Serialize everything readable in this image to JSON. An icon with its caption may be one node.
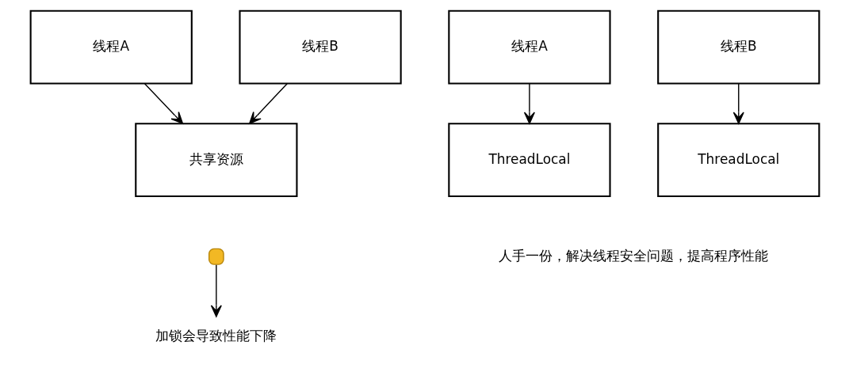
{
  "diagram": {
    "nodes": [
      {
        "text": [
          "线程A"
        ]
      },
      {
        "text": [
          "线程B"
        ]
      },
      {
        "text": [
          "共享资源"
        ]
      },
      {
        "text": [],
        "shape": "lock"
      },
      {
        "text": [
          "加锁会导致性能下降"
        ]
      },
      {
        "text": [
          "线程A"
        ]
      },
      {
        "text": [
          "线程B"
        ]
      },
      {
        "text": [
          "ThreadLocal"
        ]
      },
      {
        "text": [
          "ThreadLocal"
        ]
      }
    ],
    "edges": [
      {
        "from": 0,
        "to": 2,
        "arrow": "to"
      },
      {
        "from": 1,
        "to": 2,
        "arrow": "to"
      },
      {
        "from": 3,
        "to": 4,
        "arrow": "to"
      },
      {
        "from": 5,
        "to": 7,
        "arrow": "to"
      },
      {
        "from": 6,
        "to": 8,
        "arrow": "to"
      }
    ],
    "labels": [
      "人手一份，解决线程安全问题，提高程序性能"
    ]
  }
}
